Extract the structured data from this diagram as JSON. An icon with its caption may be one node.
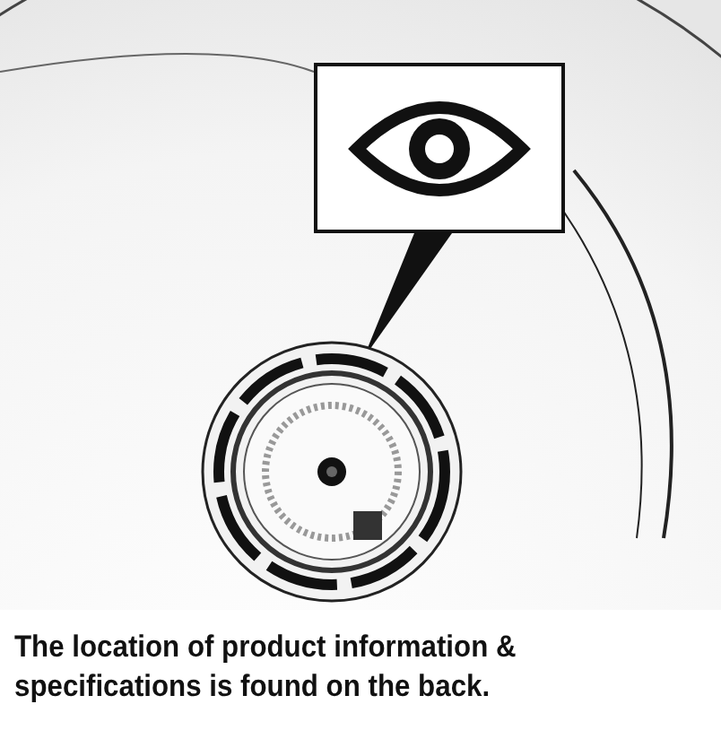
{
  "diagram": {
    "caption": "The location of product information & specifications is found on the back.",
    "nodes": [
      {
        "text": [],
        "shape": "picture"
      },
      {
        "text": [],
        "shape": "circle"
      }
    ],
    "edges": [
      {
        "from": 0,
        "to": 1,
        "arrow": "none"
      }
    ]
  }
}
